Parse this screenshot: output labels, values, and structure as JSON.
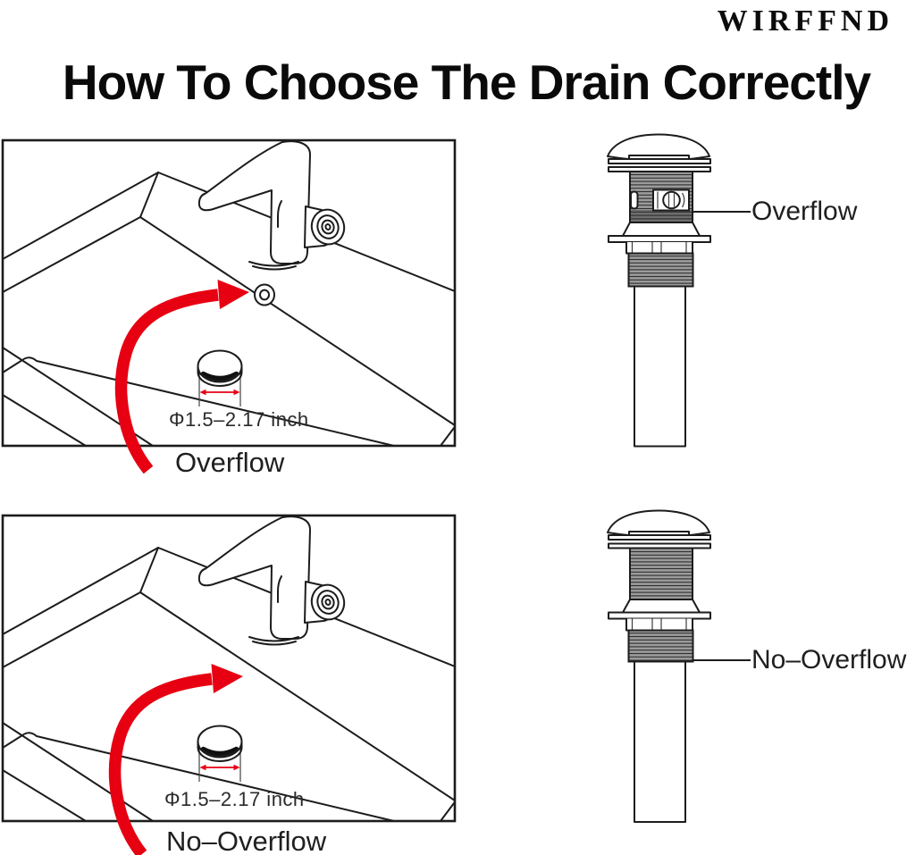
{
  "brand": "WIRFFND",
  "title": "How To Choose The Drain Correctly",
  "colors": {
    "accent": "#e60012",
    "ink": "#1c1c1c"
  },
  "panels": {
    "overflow_sink": {
      "dimension": "Φ1.5–2.17 inch",
      "callout": "Overflow"
    },
    "no_overflow_sink": {
      "dimension": "Φ1.5–2.17 inch",
      "callout": "No–Overflow"
    },
    "overflow_drain": {
      "label": "Overflow"
    },
    "no_overflow_drain": {
      "label": "No–Overflow"
    }
  }
}
